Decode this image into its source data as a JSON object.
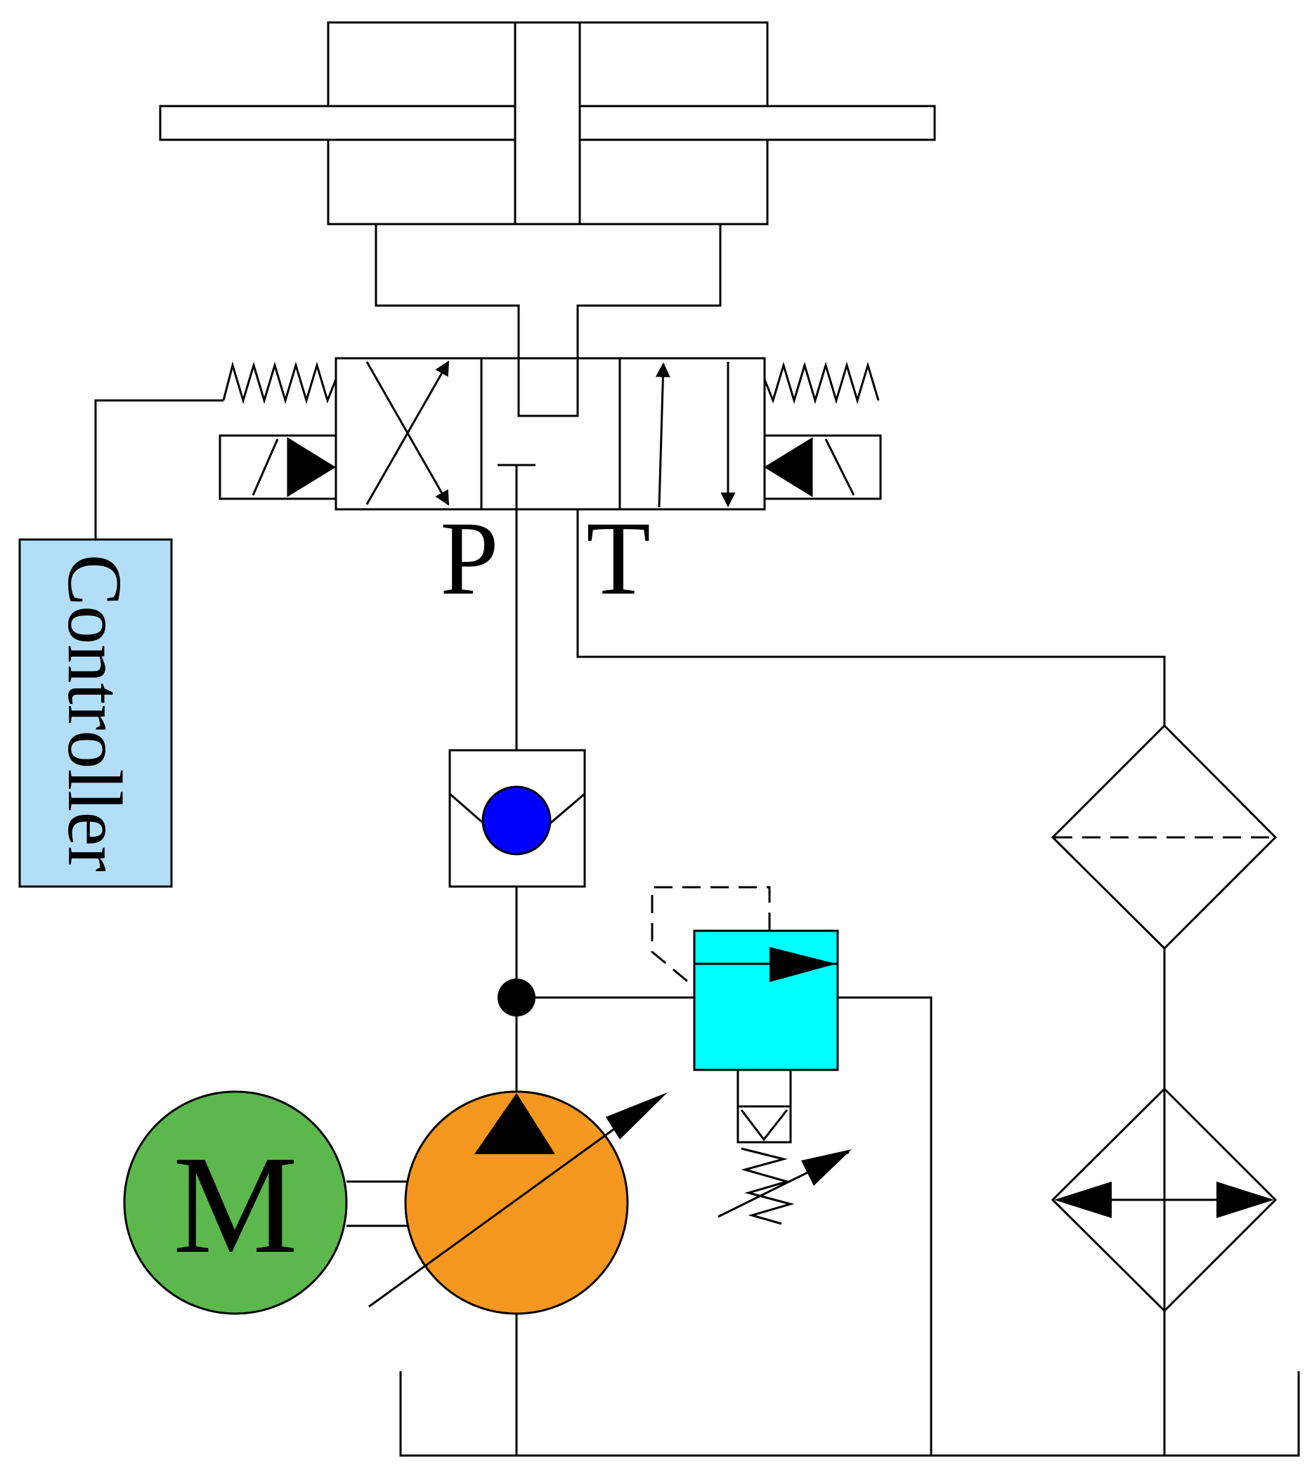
{
  "labels": {
    "controller": "Controller",
    "port_p": "P",
    "port_t": "T",
    "motor": "M"
  },
  "colors": {
    "controller_fill": "#b3def7",
    "motor_fill": "#5cb84c",
    "pump_fill": "#f6981f",
    "relief_valve_fill": "#00ffff",
    "check_ball_fill": "#0000ff",
    "line": "#000000"
  },
  "components": [
    "double-rod-hydraulic-cylinder",
    "4-3-directional-control-valve",
    "controller",
    "check-valve",
    "pressure-relief-valve",
    "electric-motor",
    "variable-displacement-pump",
    "filter",
    "heat-exchanger",
    "reservoir"
  ]
}
